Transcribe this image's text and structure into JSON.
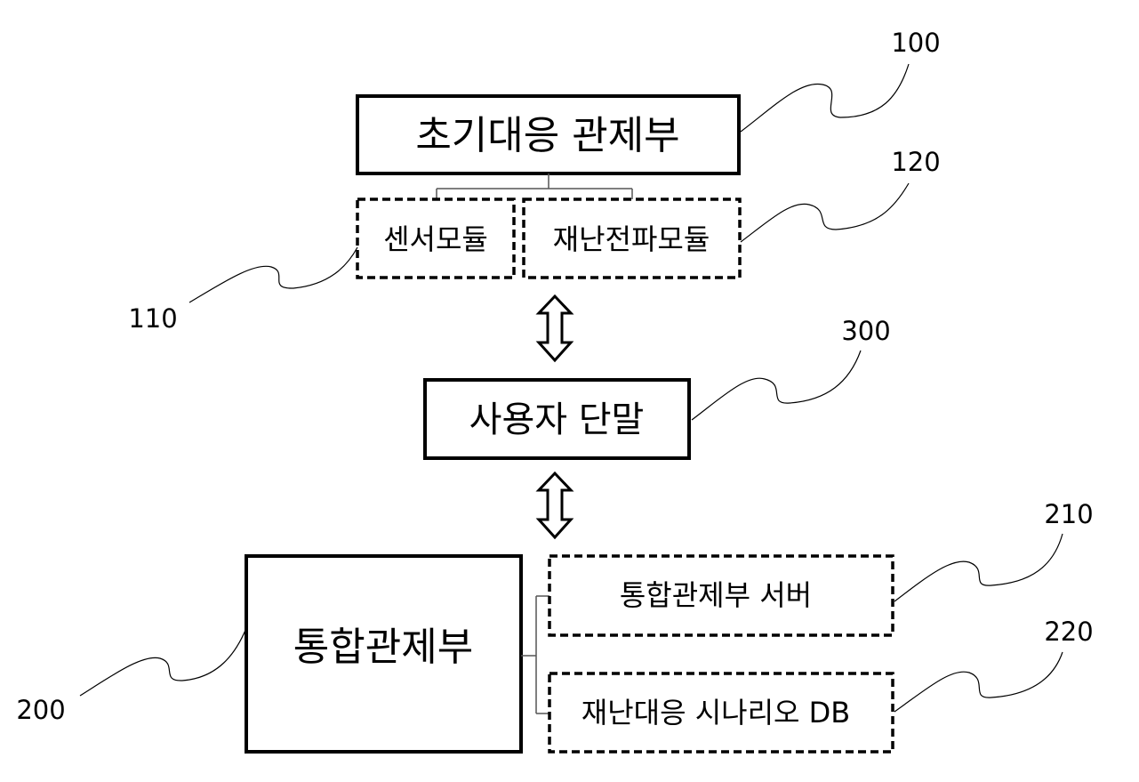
{
  "boxes": {
    "initial_response_control": "초기대응 관제부",
    "sensor_module": "센서모듈",
    "disaster_broadcast_module": "재난전파모듈",
    "user_terminal": "사용자 단말",
    "integrated_control": "통합관제부",
    "integrated_control_server": "통합관제부 서버",
    "disaster_scenario_db": "재난대응 시나리오 DB"
  },
  "refs": {
    "r100": "100",
    "r110": "110",
    "r120": "120",
    "r200": "200",
    "r210": "210",
    "r220": "220",
    "r300": "300"
  }
}
